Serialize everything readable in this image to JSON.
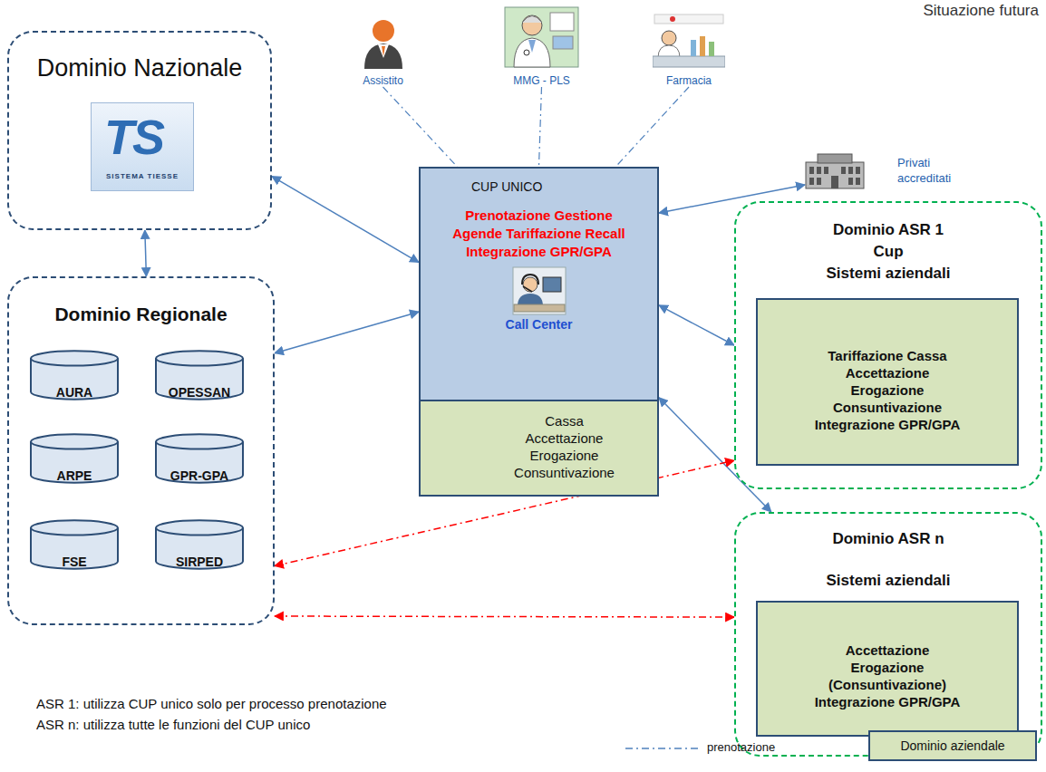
{
  "diagram": {
    "nodes": [
      {
        "text": [
          "Assistito"
        ]
      },
      {
        "text": [
          "MMG - PLS"
        ]
      },
      {
        "text": [
          "Farmacia"
        ]
      },
      {
        "text": [
          "Dominio Nazionale"
        ]
      },
      {
        "text": [
          "CUP UNICO",
          "Prenotazione Gestione Agende Tariffazione Recall Integrazione GPR/GPA",
          "Call Center"
        ]
      },
      {
        "text": [
          "Cassa Accettazione Erogazione Consuntivazione"
        ],
        "in": 4
      },
      {
        "text": [
          "Privati accreditati"
        ]
      },
      {
        "text": [
          "Dominio Regionale"
        ]
      },
      {
        "text": [
          "AURA"
        ],
        "in": 7
      },
      {
        "text": [
          "OPESSAN"
        ],
        "in": 7
      },
      {
        "text": [
          "ARPE"
        ],
        "in": 7
      },
      {
        "text": [
          "GPR-GPA"
        ],
        "in": 7
      },
      {
        "text": [
          "FSE"
        ],
        "in": 7
      },
      {
        "text": [
          "SIRPED"
        ],
        "in": 7
      },
      {
        "text": [
          "Dominio ASR 1",
          "Cup",
          "Sistemi aziendali"
        ]
      },
      {
        "text": [
          "Tariffazione Cassa Accettazione Erogazione Consuntivazione Integrazione GPR/GPA"
        ],
        "in": 14
      },
      {
        "text": [
          "Dominio ASR n",
          "Sistemi aziendali"
        ]
      },
      {
        "text": [
          "Accettazione Erogazione (Consuntivazione) Integrazione GPR/GPA"
        ],
        "in": 16
      }
    ],
    "edges": [
      {
        "from": 3,
        "to": 4,
        "arrow": "both"
      },
      {
        "from": 3,
        "to": 7,
        "arrow": "both"
      },
      {
        "from": 7,
        "to": 4,
        "arrow": "both"
      },
      {
        "from": 4,
        "to": 6,
        "arrow": "both"
      },
      {
        "from": 4,
        "to": 14,
        "arrow": "both"
      },
      {
        "from": 4,
        "to": 16,
        "arrow": "both"
      },
      {
        "from": 7,
        "to": 14,
        "arrow": "both"
      },
      {
        "from": 7,
        "to": 16,
        "arrow": "both"
      },
      {
        "from": 0,
        "to": 4,
        "arrow": "none"
      },
      {
        "from": 1,
        "to": 4,
        "arrow": "none"
      },
      {
        "from": 2,
        "to": 4,
        "arrow": "none"
      }
    ],
    "labels": [
      "Situazione futura",
      "TS",
      "SISTEMA TIESSE",
      "ASR 1: utilizza CUP unico solo per processo prenotazione",
      "ASR n: utilizza tutte le funzioni del CUP unico"
    ],
    "legend": [
      {
        "text": "prenotazione"
      },
      {
        "text": "Dominio aziendale",
        "color": "#d7e4bd"
      }
    ]
  }
}
